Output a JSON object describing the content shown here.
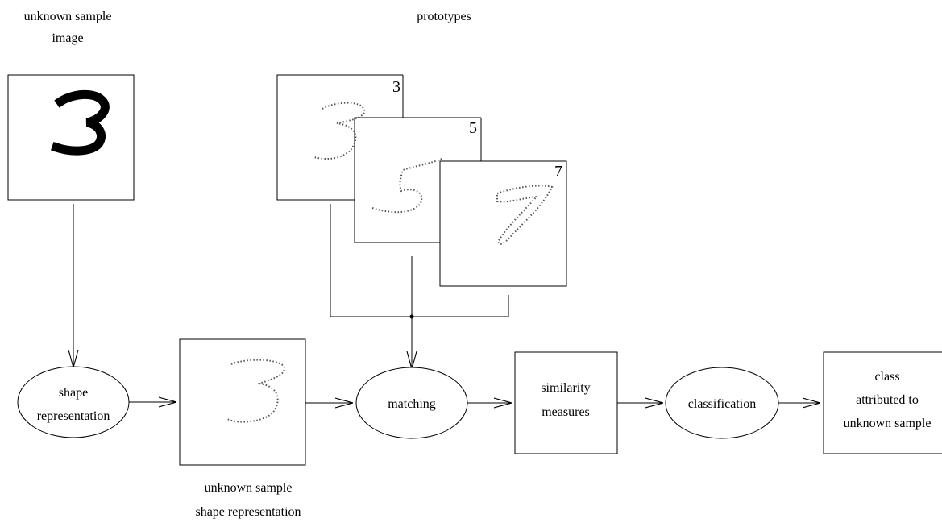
{
  "labels": {
    "sample_image_line1": "unknown sample",
    "sample_image_line2": "image",
    "prototypes": "prototypes",
    "sample_shape_line1": "unknown sample",
    "sample_shape_line2": "shape representation"
  },
  "prototypes": [
    {
      "digit": "3"
    },
    {
      "digit": "5"
    },
    {
      "digit": "7"
    }
  ],
  "nodes": {
    "shape_line1": "shape",
    "shape_line2": "representation",
    "matching": "matching",
    "similarity_line1": "similarity",
    "similarity_line2": "measures",
    "classification": "classification",
    "class_line1": "class",
    "class_line2": "attributed to",
    "class_line3": "unknown sample"
  },
  "colors": {
    "ink": "#000000",
    "outline": "#555555"
  }
}
